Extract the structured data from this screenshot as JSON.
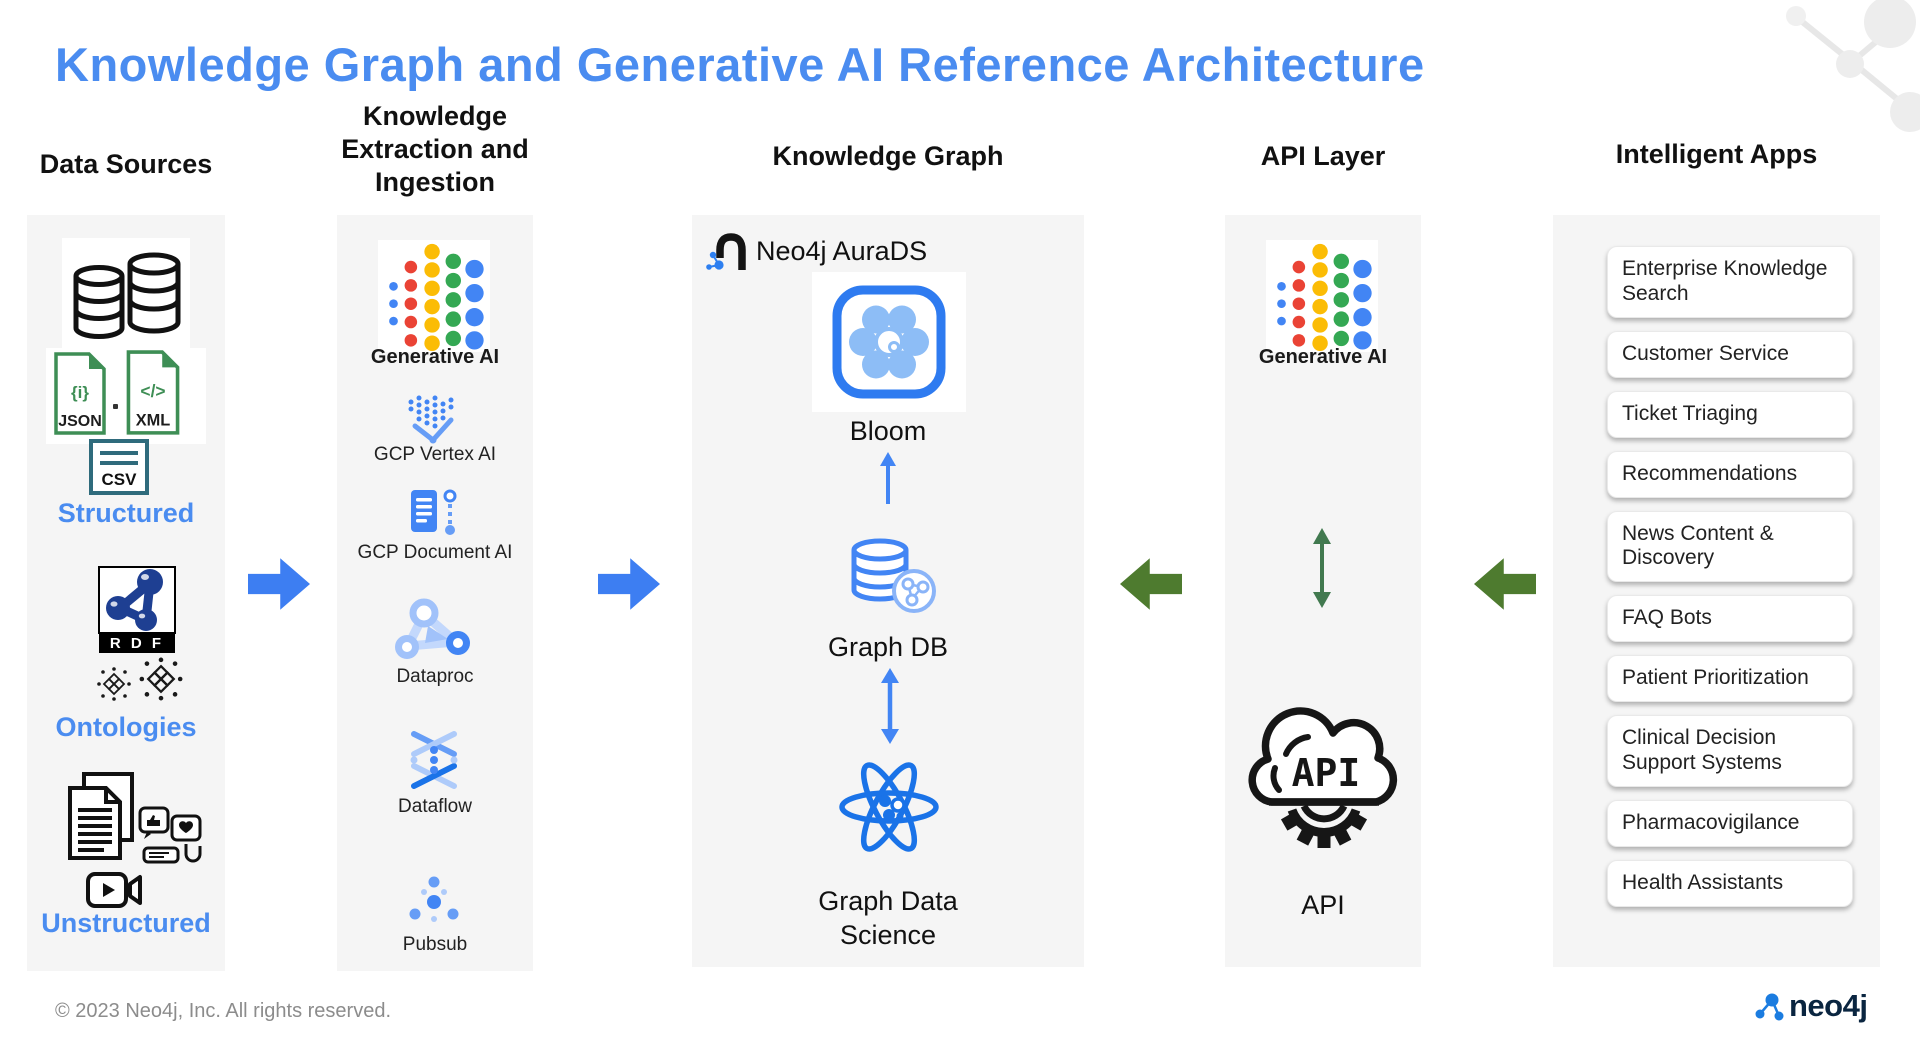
{
  "title": "Knowledge Graph and Generative AI Reference Architecture",
  "headers": {
    "data_sources": "Data Sources",
    "extraction": "Knowledge\nExtraction and\nIngestion",
    "knowledge_graph": "Knowledge Graph",
    "api_layer": "API Layer",
    "intelligent_apps": "Intelligent Apps"
  },
  "data_sources": {
    "json_glyph": "{i}",
    "json_label": "JSON",
    "xml_glyph": "</>",
    "xml_label": "XML",
    "csv_label": "CSV",
    "structured_label": "Structured",
    "rdf_label": "R D F",
    "ontologies_label": "Ontologies",
    "unstructured_label": "Unstructured"
  },
  "extraction": {
    "items": [
      {
        "label": "Generative AI",
        "icon": "generative-ai-icon"
      },
      {
        "label": "GCP Vertex AI",
        "icon": "vertex-ai-icon"
      },
      {
        "label": "GCP Document AI",
        "icon": "document-ai-icon"
      },
      {
        "label": "Dataproc",
        "icon": "dataproc-icon"
      },
      {
        "label": "Dataflow",
        "icon": "dataflow-icon"
      },
      {
        "label": "Pubsub",
        "icon": "pubsub-icon"
      }
    ]
  },
  "knowledge_graph": {
    "product": "Neo4j AuraDS",
    "bloom_label": "Bloom",
    "graphdb_label": "Graph DB",
    "gds_label": "Graph Data\nScience"
  },
  "api_layer": {
    "generative_ai_label": "Generative AI",
    "api_icon_text": "API",
    "api_label": "API"
  },
  "intelligent_apps": {
    "apps": [
      "Enterprise Knowledge Search",
      "Customer Service",
      "Ticket Triaging",
      "Recommendations",
      "News Content & Discovery",
      "FAQ Bots",
      "Patient Prioritization",
      "Clinical Decision Support Systems",
      "Pharmacovigilance",
      "Health Assistants"
    ]
  },
  "footer": {
    "copyright": "© 2023 Neo4j, Inc. All rights reserved.",
    "brand": "neo4j"
  },
  "icons": {
    "database-icon": "two stacked database cylinders",
    "json-file-icon": "green file {i}",
    "xml-file-icon": "green file </>",
    "csv-file-icon": "teal CSV sheet",
    "rdf-logo": "navy molecule over black RDF band",
    "ontology-icon": "snowflake diamond network",
    "documents-icon": "overlapping text pages",
    "social-media-icon": "like/heart speech bubbles",
    "video-icon": "video camera with play button",
    "generative-ai-icon": "google colored dot matrix",
    "neo4j-aurads-icon": "black arch with blue graph dots",
    "bloom-icon": "blue rounded square flower",
    "graph-db-icon": "blue cylinder with graph nodes",
    "graph-data-science-icon": "blue atom orbits",
    "api-cloud-icon": "cloud labeled API over gear",
    "neo4j-logo-icon": "three connected blue dots"
  },
  "colors": {
    "title_blue": "#4a8cf0",
    "label_blue": "#4a8cf0",
    "arrow_blue": "#3d7ef2",
    "arrow_green": "#4e7b2f",
    "double_arrow_green": "#41794f",
    "panel_gray": "#f5f5f5",
    "genai_red": "#EA4335",
    "genai_yellow": "#FBBC05",
    "genai_green": "#34A853",
    "genai_blue": "#4285F4"
  }
}
